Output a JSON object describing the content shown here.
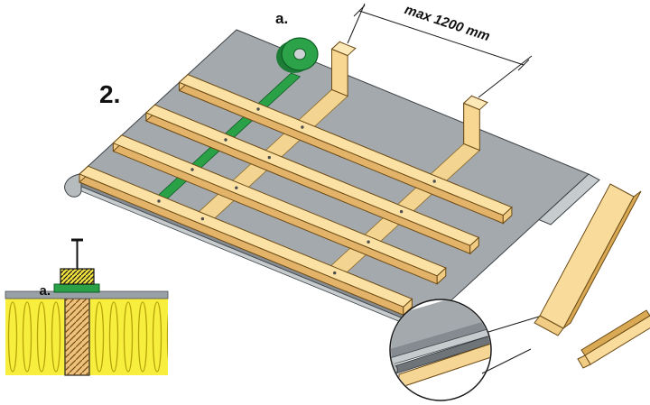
{
  "figure": {
    "step_label": "2.",
    "tape_label": "a.",
    "section_tape_label": "a.",
    "dimension_label": "max 1200 mm"
  },
  "colors": {
    "membrane_gray": "#a4a9ad",
    "membrane_fold": "#858b90",
    "membrane_hem": "#c6cbce",
    "wood_top": "#fbe2a4",
    "wood_side": "#e2b368",
    "wood_end": "#f0cc84",
    "tape_green": "#2aa147",
    "insulation_yellow": "#f7ee3e",
    "drip_edge_gray": "#6f7478"
  }
}
